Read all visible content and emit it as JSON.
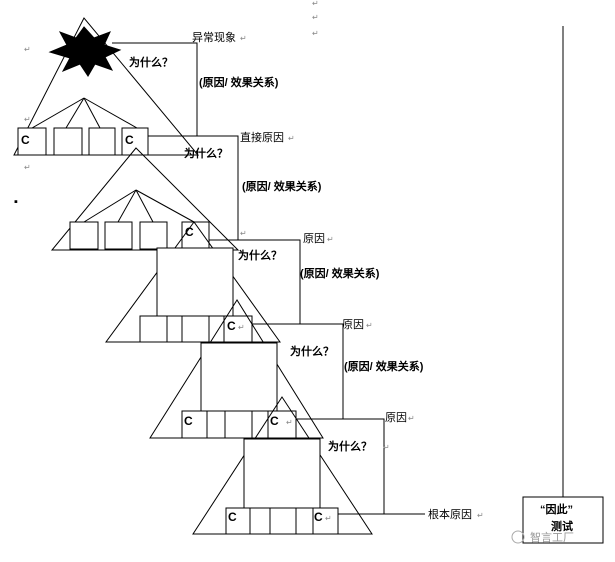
{
  "labels": {
    "abnormal": "异常现象",
    "direct_cause": "直接原因",
    "cause_1": "原因",
    "cause_2": "原因",
    "cause_3": "原因",
    "root_cause": "根本原因"
  },
  "questions": [
    "为什么？",
    "为什么？",
    "为什么？",
    "为什么？",
    "为什么？"
  ],
  "relations": [
    "(原因/ 效果关系)",
    "(原因/ 效果关系)",
    "(原因/ 效果关系)",
    "(原因/ 效果关系)"
  ],
  "cause_mark": "C",
  "paragraph_mark": "↵",
  "bullet": "▪",
  "therefore_box": {
    "line1": "“因此”",
    "line2": "测试"
  },
  "watermark": "智言工厂"
}
